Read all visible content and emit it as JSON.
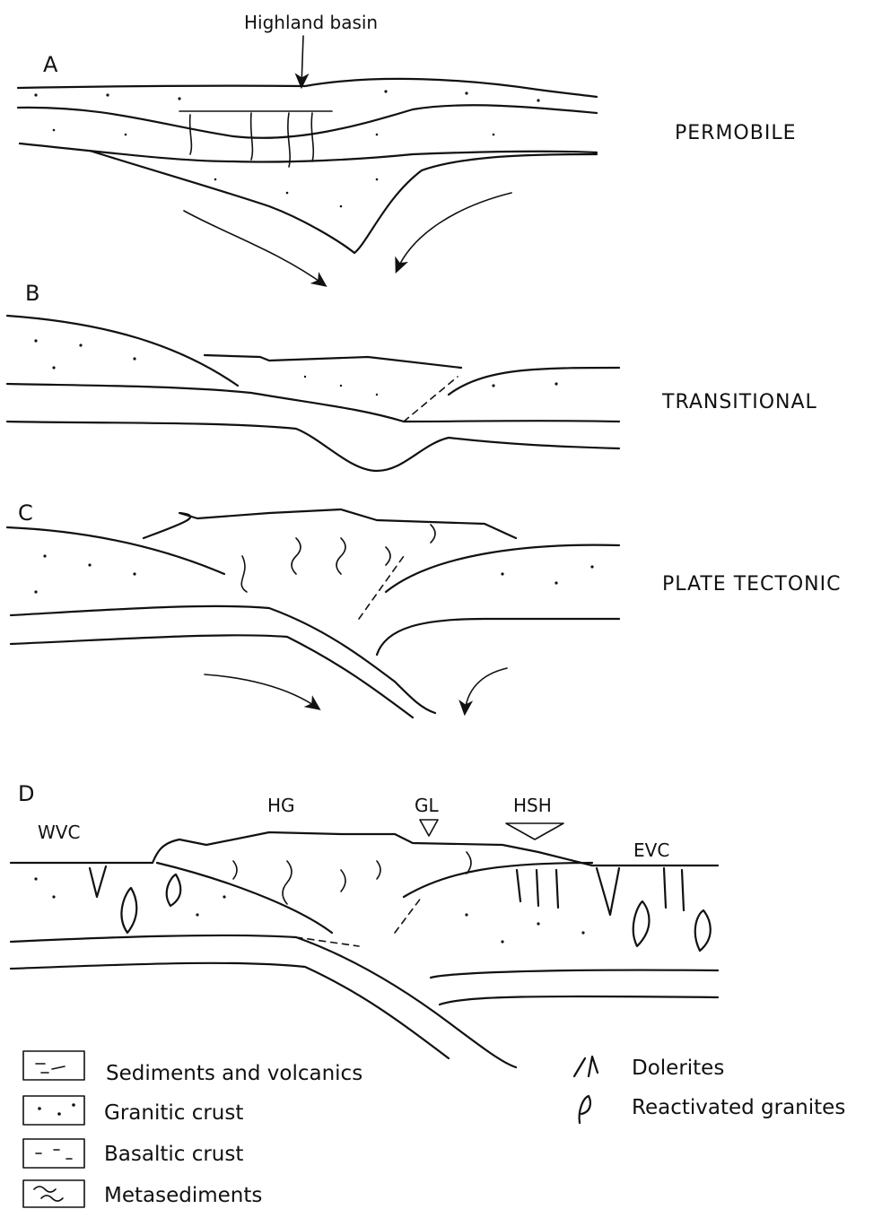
{
  "panels": [
    {
      "letter": "A",
      "regime": "PERMOBILE",
      "annotation": "Highland basin"
    },
    {
      "letter": "B",
      "regime": "TRANSITIONAL"
    },
    {
      "letter": "C",
      "regime": "PLATE TECTONIC"
    },
    {
      "letter": "D",
      "tags": [
        "WVC",
        "HG",
        "GL",
        "HSH",
        "EVC"
      ]
    }
  ],
  "legend": {
    "left": [
      {
        "icon": "sediments-volcanics-swatch",
        "label": "Sediments and volcanics"
      },
      {
        "icon": "granitic-crust-swatch",
        "label": "Granitic crust"
      },
      {
        "icon": "basaltic-crust-swatch",
        "label": "Basaltic crust"
      },
      {
        "icon": "metasediments-swatch",
        "label": "Metasediments"
      }
    ],
    "right": [
      {
        "icon": "dolerites-icon",
        "label": "Dolerites"
      },
      {
        "icon": "reactivated-granite-icon",
        "label": "Reactivated granites"
      }
    ]
  }
}
